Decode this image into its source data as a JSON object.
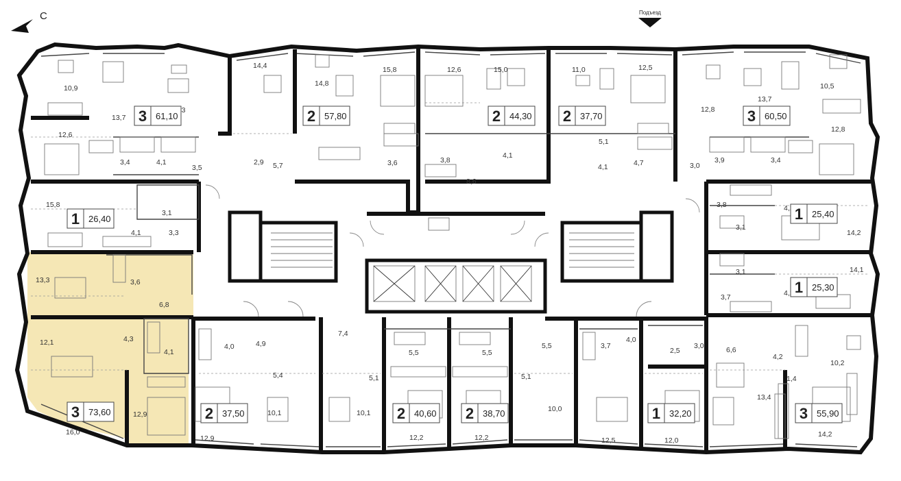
{
  "compass": {
    "label": "С"
  },
  "entrance": {
    "label": "Подъезд"
  },
  "highlight_color": "#f5e7b5",
  "apartments": [
    {
      "id": "a1",
      "rooms": "3",
      "area": "61,10"
    },
    {
      "id": "a2",
      "rooms": "2",
      "area": "57,80"
    },
    {
      "id": "a3",
      "rooms": "2",
      "area": "44,30"
    },
    {
      "id": "a4",
      "rooms": "2",
      "area": "37,70"
    },
    {
      "id": "a5",
      "rooms": "3",
      "area": "60,50"
    },
    {
      "id": "a6",
      "rooms": "1",
      "area": "26,40"
    },
    {
      "id": "a7",
      "rooms": "1",
      "area": "25,40"
    },
    {
      "id": "a8",
      "rooms": "1",
      "area": "25,30"
    },
    {
      "id": "a9",
      "rooms": "3",
      "area": "73,60"
    },
    {
      "id": "a10",
      "rooms": "2",
      "area": "37,50"
    },
    {
      "id": "a11",
      "rooms": "2",
      "area": "40,60"
    },
    {
      "id": "a12",
      "rooms": "2",
      "area": "38,70"
    },
    {
      "id": "a13",
      "rooms": "1",
      "area": "32,20"
    },
    {
      "id": "a14",
      "rooms": "3",
      "area": "55,90"
    }
  ],
  "room_labels": [
    "10,9",
    "13,7",
    "12,3",
    "12,6",
    "3,4",
    "4,1",
    "3,5",
    "14,4",
    "14,8",
    "2,9",
    "5,7",
    "15,8",
    "3,6",
    "12,6",
    "3,8",
    "8,6",
    "15,0",
    "4,1",
    "11,0",
    "5,1",
    "4,1",
    "12,5",
    "4,7",
    "12,8",
    "3,0",
    "3,9",
    "3,4",
    "13,7",
    "10,5",
    "12,8",
    "15,8",
    "3,1",
    "4,1",
    "3,3",
    "3,8",
    "4,2",
    "3,1",
    "14,2",
    "3,1",
    "14,1",
    "3,7",
    "4,2",
    "13,3",
    "3,6",
    "6,8",
    "12,1",
    "4,3",
    "4,1",
    "4,0",
    "4,9",
    "7,4",
    "5,4",
    "16,0",
    "12,9",
    "12,9",
    "10,1",
    "10,1",
    "5,5",
    "5,5",
    "5,1",
    "5,5",
    "5,1",
    "10,0",
    "12,2",
    "12,2",
    "3,7",
    "4,0",
    "2,5",
    "3,0",
    "6,6",
    "4,2",
    "10,2",
    "1,4",
    "12,5",
    "12,0",
    "13,4",
    "14,2"
  ]
}
